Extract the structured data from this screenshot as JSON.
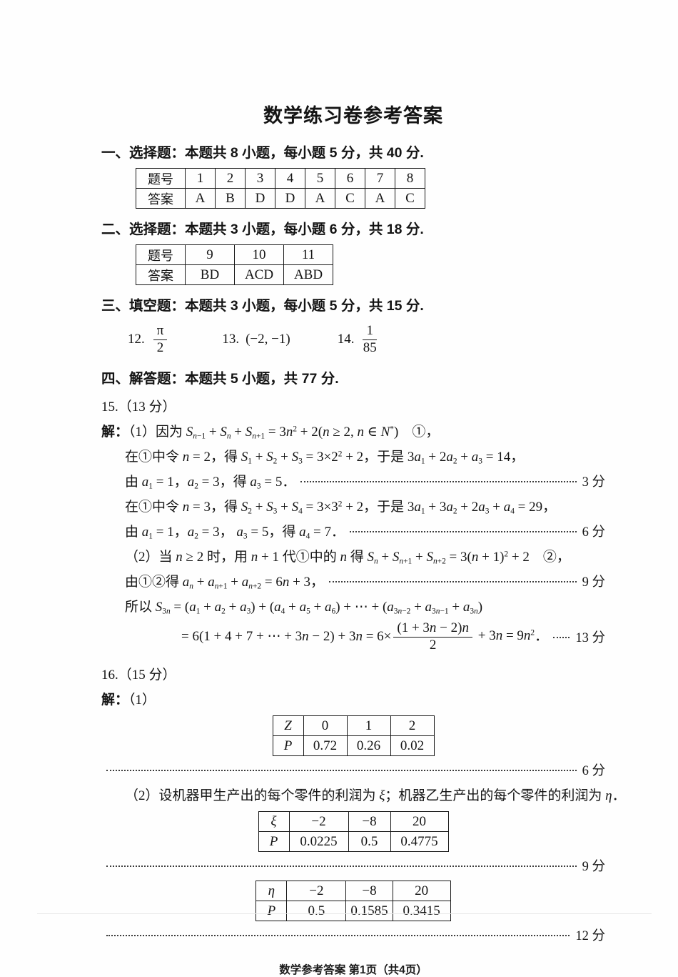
{
  "doc": {
    "title": "数学练习卷参考答案",
    "footer": "数学参考答案 第1页（共4页）"
  },
  "s1": {
    "heading": "一、选择题：本题共 8 小题，每小题 5 分，共 40 分.",
    "row_label_q": "题号",
    "row_label_a": "答案",
    "nums": [
      "1",
      "2",
      "3",
      "4",
      "5",
      "6",
      "7",
      "8"
    ],
    "answers": [
      "A",
      "B",
      "D",
      "D",
      "A",
      "C",
      "A",
      "C"
    ]
  },
  "s2": {
    "heading": "二、选择题：本题共 3 小题，每小题 6 分，共 18 分.",
    "row_label_q": "题号",
    "row_label_a": "答案",
    "nums": [
      "9",
      "10",
      "11"
    ],
    "answers": [
      "BD",
      "ACD",
      "ABD"
    ]
  },
  "s3": {
    "heading": "三、填空题：本题共 3 小题，每小题 5 分，共 15 分.",
    "q12_label": "12.",
    "q12_num": "π",
    "q12_den": "2",
    "q13_label": "13.",
    "q13_value": "(−2, −1)",
    "q14_label": "14.",
    "q14_num": "1",
    "q14_den": "85"
  },
  "s4": {
    "heading": "四、解答题：本题共 5 小题，共 77 分.",
    "p15": {
      "header": "15.（13 分）",
      "lines": [
        {
          "parts": [
            [
              "b",
              "解："
            ],
            [
              "c",
              "（1）因为 "
            ],
            [
              "m",
              "S_{n−1} + S_{n} + S_{n+1} = 3n^{2} + 2(n ≥ 2, n ∈ N^{*})"
            ],
            [
              "c",
              "　①，"
            ]
          ],
          "score": ""
        },
        {
          "parts": [
            [
              "c",
              "在①中令 "
            ],
            [
              "m",
              "n = 2"
            ],
            [
              "c",
              "，得 "
            ],
            [
              "m",
              "S_{1} + S_{2} + S_{3} = 3×2^{2} + 2"
            ],
            [
              "c",
              "，于是 "
            ],
            [
              "m",
              "3a_{1} + 2a_{2} + a_{3} = 14"
            ],
            [
              "c",
              "，"
            ]
          ],
          "score": ""
        },
        {
          "parts": [
            [
              "c",
              "由 "
            ],
            [
              "m",
              "a_{1} = 1"
            ],
            [
              "c",
              "，"
            ],
            [
              "m",
              "a_{2} = 3"
            ],
            [
              "c",
              "，得 "
            ],
            [
              "m",
              "a_{3} = 5"
            ],
            [
              "c",
              "．"
            ]
          ],
          "score": "3 分"
        },
        {
          "parts": [
            [
              "c",
              "在①中令 "
            ],
            [
              "m",
              "n = 3"
            ],
            [
              "c",
              "，得 "
            ],
            [
              "m",
              "S_{2} + S_{3} + S_{4} = 3×3^{2} + 2"
            ],
            [
              "c",
              "，于是 "
            ],
            [
              "m",
              "3a_{1} + 3a_{2} + 2a_{3} + a_{4} = 29"
            ],
            [
              "c",
              "，"
            ]
          ],
          "score": ""
        },
        {
          "parts": [
            [
              "c",
              "由 "
            ],
            [
              "m",
              "a_{1} = 1"
            ],
            [
              "c",
              "，"
            ],
            [
              "m",
              "a_{2} = 3"
            ],
            [
              "c",
              "， "
            ],
            [
              "m",
              "a_{3} = 5"
            ],
            [
              "c",
              "，得 "
            ],
            [
              "m",
              "a_{4} = 7"
            ],
            [
              "c",
              "．"
            ]
          ],
          "score": "6 分"
        },
        {
          "parts": [
            [
              "c",
              "（2）当 "
            ],
            [
              "m",
              "n ≥ 2"
            ],
            [
              "c",
              " 时，用 "
            ],
            [
              "m",
              "n + 1"
            ],
            [
              "c",
              " 代①中的 "
            ],
            [
              "m",
              "n"
            ],
            [
              "c",
              " 得 "
            ],
            [
              "m",
              "S_{n} + S_{n+1} + S_{n+2} = 3(n + 1)^{2} + 2"
            ],
            [
              "c",
              "　②，"
            ]
          ],
          "score": ""
        },
        {
          "parts": [
            [
              "c",
              "由①②得 "
            ],
            [
              "m",
              "a_{n} + a_{n+1} + a_{n+2} = 6n + 3"
            ],
            [
              "c",
              "，"
            ]
          ],
          "score": "9 分"
        },
        {
          "parts": [
            [
              "c",
              "所以 "
            ],
            [
              "m",
              "S_{3n} = (a_{1} + a_{2} + a_{3}) + (a_{4} + a_{5} + a_{6}) + ⋯ + (a_{3n−2} + a_{3n−1} + a_{3n})"
            ]
          ],
          "score": ""
        },
        {
          "parts": [
            [
              "m",
              "= 6(1 + 4 + 7 + ⋯ + 3n − 2) + 3n = 6×"
            ],
            [
              "f",
              "(1 + 3n − 2)n",
              "2"
            ],
            [
              "m",
              " + 3n = 9n^{2}"
            ],
            [
              "c",
              "．"
            ]
          ],
          "score": "13 分"
        }
      ]
    },
    "p16": {
      "header": "16.（15 分）",
      "solve_parts": [
        [
          "b",
          "解："
        ],
        [
          "c",
          "（1）"
        ]
      ],
      "tableZ": {
        "var": "Z",
        "cols": [
          "0",
          "1",
          "2"
        ],
        "p_label": "P",
        "probs": [
          "0.72",
          "0.26",
          "0.02"
        ]
      },
      "score1": "6 分",
      "line2_parts": [
        [
          "c",
          "（2）设机器甲生产出的每个零件的利润为 "
        ],
        [
          "m",
          "ξ"
        ],
        [
          "c",
          "；机器乙生产出的每个零件的利润为 "
        ],
        [
          "m",
          "η"
        ],
        [
          "c",
          "．"
        ]
      ],
      "tableXi": {
        "var": "ξ",
        "cols": [
          "−2",
          "−8",
          "20"
        ],
        "p_label": "P",
        "probs": [
          "0.0225",
          "0.5",
          "0.4775"
        ]
      },
      "score2": "9 分",
      "tableEta": {
        "var": "η",
        "cols": [
          "−2",
          "−8",
          "20"
        ],
        "p_label": "P",
        "probs": [
          "0.5",
          "0.1585",
          "0.3415"
        ]
      },
      "score3": "12 分"
    }
  }
}
